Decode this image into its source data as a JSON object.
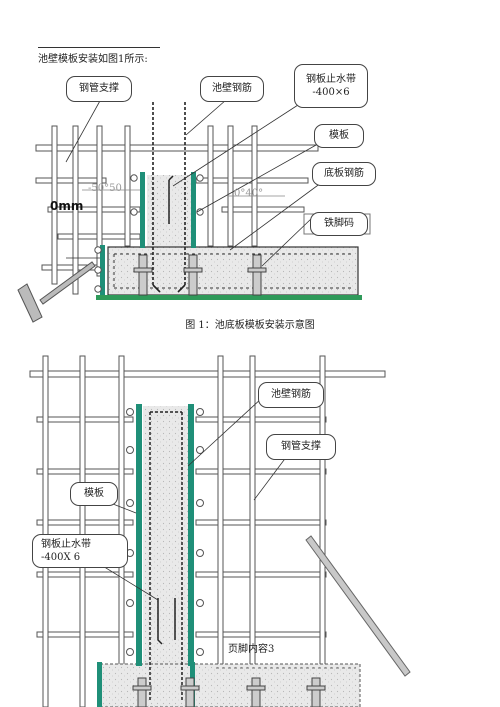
{
  "intro_text": "池壁模板安装如图1所示:",
  "figure1": {
    "caption": "图 1：池底板模板安装示意图",
    "labels": {
      "steel_pipe_support": "钢管支撑",
      "wall_rebar": "池壁钢筋",
      "waterstop_line1": "钢板止水带",
      "waterstop_line2": "-400×6",
      "formwork": "模板",
      "slab_rebar": "底板钢筋",
      "iron_foot_code": "铁脚码"
    },
    "dim_texts": [
      "-50°50",
      "0°40°",
      "0mm"
    ]
  },
  "figure2": {
    "labels": {
      "wall_rebar": "池壁钢筋",
      "steel_pipe_support": "钢管支撑",
      "formwork": "模板",
      "waterstop_line1": "钢板止水带",
      "waterstop_line2": "-400X 6",
      "garbled_text": "页脚内容3"
    }
  },
  "colors": {
    "formwork_green": "#1f8f78",
    "base_green": "#2f9a5a",
    "pipe_fill": "#ffffff",
    "pipe_stroke": "#555555",
    "concrete": "#e8e8e8",
    "brace": "#999999"
  }
}
